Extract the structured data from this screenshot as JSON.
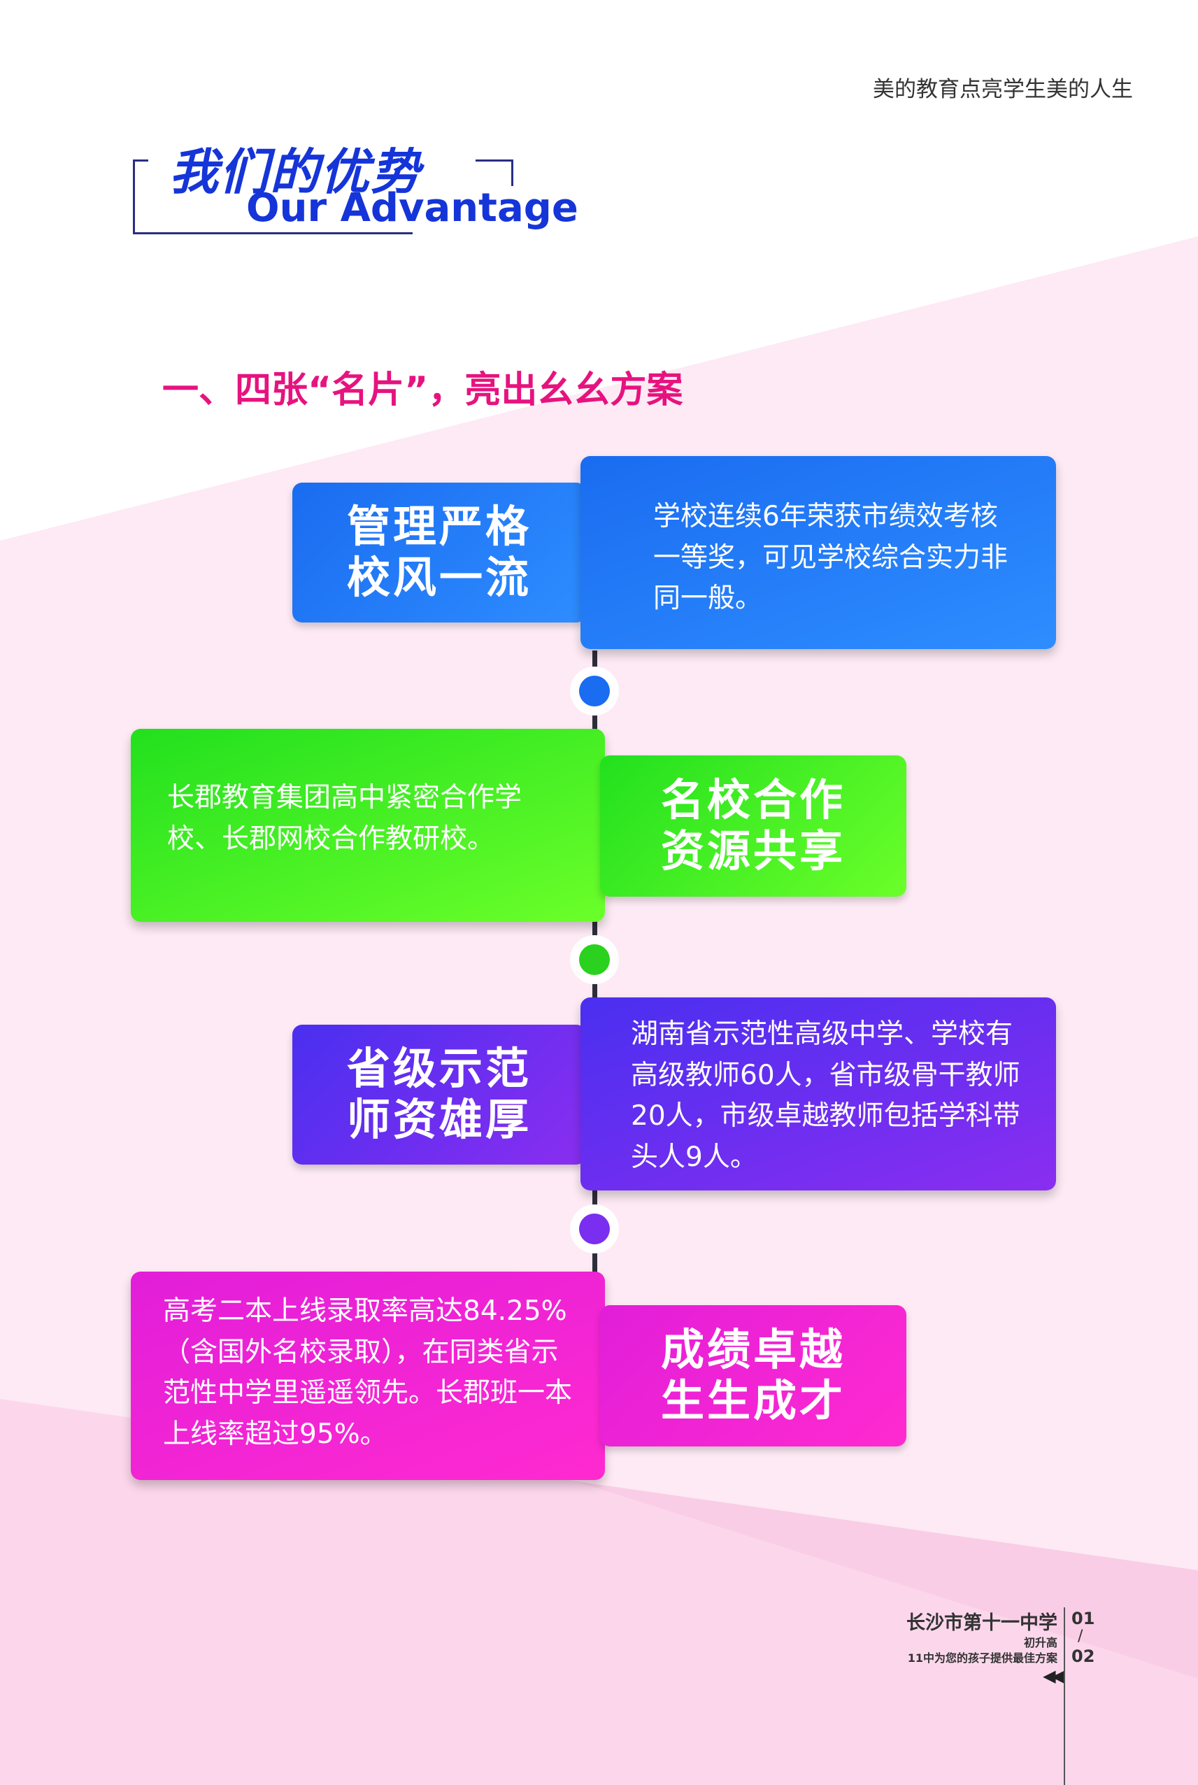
{
  "header": {
    "tagline": "美的教育点亮学生美的人生"
  },
  "title": {
    "cn": "我们的优势",
    "en": "Our Advantage"
  },
  "section": {
    "heading": "一、四张“名片”，亮出幺幺方案"
  },
  "cards": [
    {
      "label": "管理严格\n校风一流",
      "description": "学校连续6年荣获市绩效考核一等奖，可见学校综合实力非同一般。",
      "color_from": "#1a6cf0",
      "color_to": "#2e8dff"
    },
    {
      "label": "名校合作\n资源共享",
      "description": "长郡教育集团高中紧密合作学校、长郡网校合作教研校。",
      "color_from": "#22e01e",
      "color_to": "#6bff2a"
    },
    {
      "label": "省级示范\n师资雄厚",
      "description": "湖南省示范性高级中学、学校有高级教师60人，省市级骨干教师20人，市级卓越教师包括学科带头人9人。",
      "color_from": "#4a2ff0",
      "color_to": "#8a2ef0"
    },
    {
      "label": "成绩卓越\n生生成才",
      "description": "高考二本上线录取率高达84.25%（含国外名校录取），在同类省示范性中学里遥遥领先。长郡班一本上线率超过95%。",
      "color_from": "#e21ed9",
      "color_to": "#ff2ad0"
    }
  ],
  "footer": {
    "school": "长沙市第十一中学",
    "sub1": "初升高",
    "sub2": "11中为您的孩子提供最佳方案",
    "page_current": "01",
    "page_slash": "/",
    "page_total": "02",
    "arrows": "◀◀"
  },
  "colors": {
    "accent_pink": "#e6137f",
    "title_blue": "#1535d8",
    "bg_pink": "#fde8f3"
  }
}
